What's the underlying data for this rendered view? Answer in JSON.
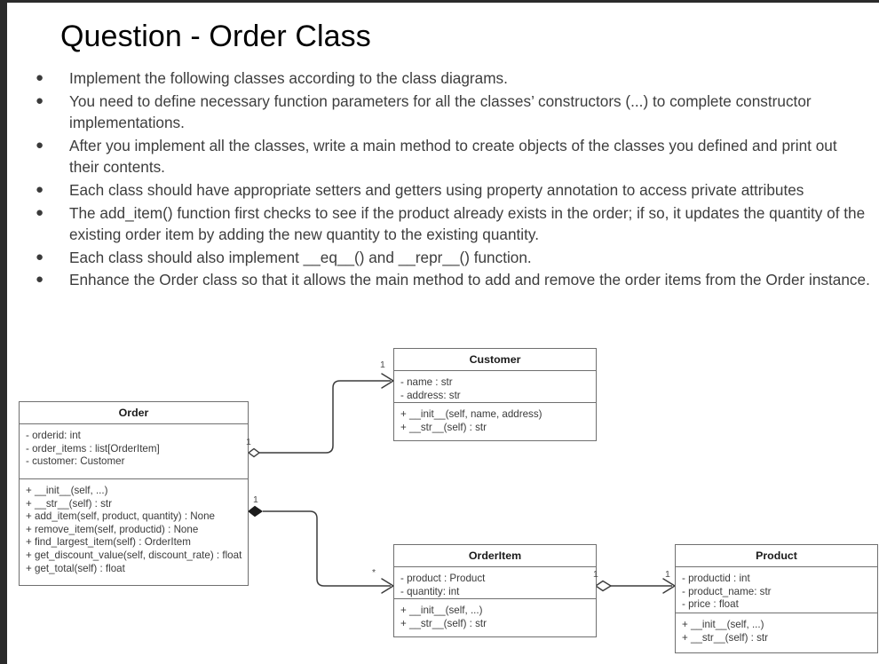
{
  "slide": {
    "title": "Question - Order Class",
    "bullet_marker": "●",
    "bullets": [
      "Implement the following classes according to the class diagrams.",
      "You need to define necessary function parameters for all the classes’ constructors  (...) to complete constructor implementations.",
      "After you implement all the classes, write a main method to create objects of the classes you defined and print out their contents.",
      "Each class should have appropriate setters and getters using property annotation to access private attributes",
      "The add_item() function first checks to see if the product already exists in the order; if so, it updates the quantity of the existing order item by adding the new quantity to the existing quantity.",
      "Each class should also implement __eq__() and __repr__() function.",
      "Enhance the Order class so that it allows the main method to add and remove the order items from the Order instance."
    ]
  },
  "diagram": {
    "classes": {
      "order": {
        "name": "Order",
        "attributes": [
          "- orderid: int",
          "- order_items : list[OrderItem]",
          "- customer: Customer"
        ],
        "methods": [
          "+ __init__(self, ...)",
          "+ __str__(self) : str",
          "+ add_item(self, product, quantity) : None",
          "+ remove_item(self, productid) : None",
          "+ find_largest_item(self) : OrderItem",
          "+ get_discount_value(self, discount_rate) : float",
          "+ get_total(self) : float"
        ]
      },
      "customer": {
        "name": "Customer",
        "attributes": [
          "- name : str",
          "- address: str"
        ],
        "methods": [
          "+ __init__(self, name, address)",
          "+ __str__(self) : str"
        ]
      },
      "orderitem": {
        "name": "OrderItem",
        "attributes": [
          "- product : Product",
          "- quantity: int"
        ],
        "methods": [
          "+ __init__(self, ...)",
          "+ __str__(self) : str"
        ]
      },
      "product": {
        "name": "Product",
        "attributes": [
          "- productid : int",
          "- product_name: str",
          "- price : float"
        ],
        "methods": [
          "+ __init__(self, ...)",
          "+ __str__(self) : str"
        ]
      }
    },
    "relations": [
      {
        "id": "order-customer",
        "from": "Order",
        "to": "Customer",
        "type": "aggregation",
        "source_multiplicity": "1",
        "target_multiplicity": "1"
      },
      {
        "id": "order-orderitem",
        "from": "Order",
        "to": "OrderItem",
        "type": "composition",
        "source_multiplicity": "1",
        "target_multiplicity": "*"
      },
      {
        "id": "orderitem-product",
        "from": "OrderItem",
        "to": "Product",
        "type": "aggregation",
        "source_multiplicity": "1",
        "target_multiplicity": "1"
      }
    ]
  },
  "colors": {
    "line": "#6f6f6f",
    "connector": "#3c3c3c",
    "text": "#3a3a3a",
    "title": "#000000"
  }
}
